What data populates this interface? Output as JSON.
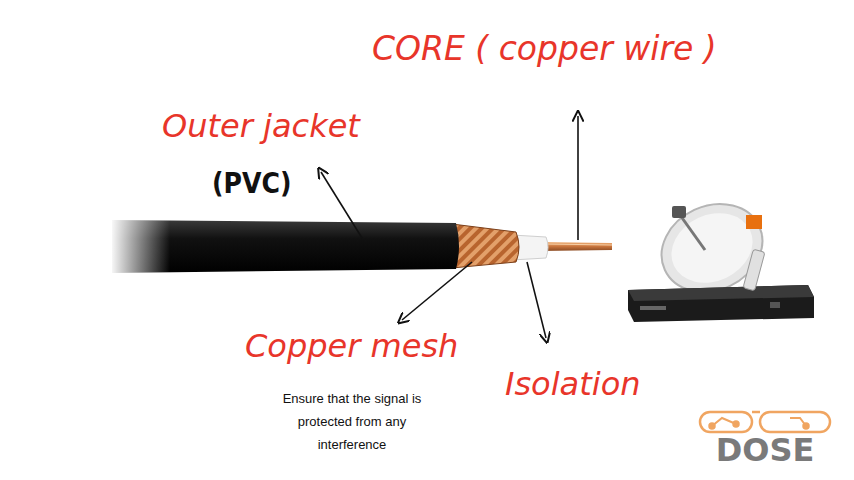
{
  "diagram": {
    "labels": [
      "CORE ( copper wire )",
      "Outer jacket",
      "(PVC)",
      "Copper mesh",
      "Ensure that the signal is protected from any interference",
      "Isolation",
      "DOSE"
    ]
  }
}
